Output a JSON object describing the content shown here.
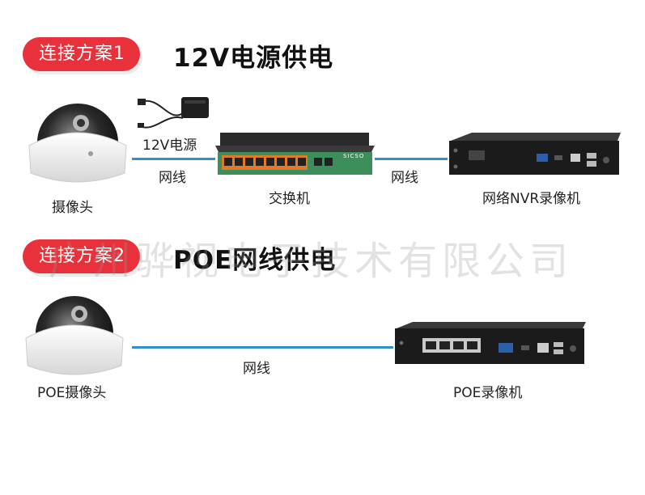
{
  "scheme1": {
    "badge": "连接方案1",
    "title": "12V电源供电",
    "adapter_label": "12V电源",
    "cable_left_label": "网线",
    "cable_right_label": "网线",
    "camera_label": "摄像头",
    "switch_label": "交换机",
    "switch_brand": "SICSO",
    "nvr_label": "网络NVR录像机"
  },
  "scheme2": {
    "badge": "连接方案2",
    "title": "POE网线供电",
    "cable_label": "网线",
    "camera_label": "POE摄像头",
    "nvr_label": "POE录像机"
  },
  "watermark": "广州骅视电子技术有限公司",
  "colors": {
    "accent": "#e8313a",
    "cable": "#2f8fd0",
    "switch_panel": "#3c8f5a"
  }
}
